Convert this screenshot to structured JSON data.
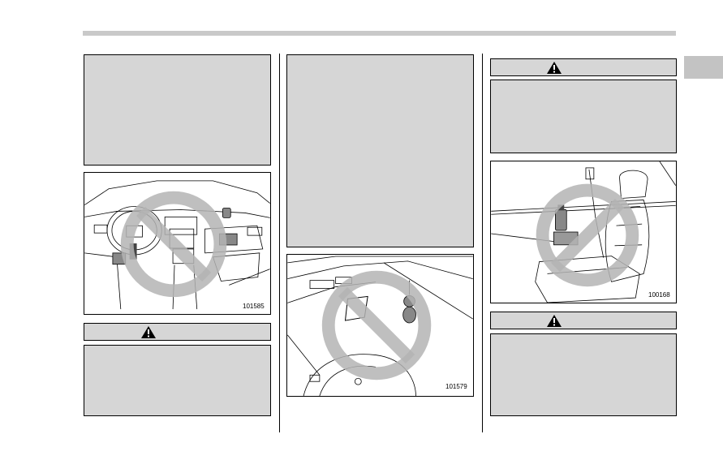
{
  "figures": [
    {
      "id": "101585"
    },
    {
      "id": "101579"
    },
    {
      "id": "100168"
    }
  ],
  "icons": {
    "warning": "warning-triangle-icon",
    "prohibition": "prohibition-icon"
  },
  "colors": {
    "note_box": "#d6d6d6",
    "header_bar": "#c9c9c9",
    "prohibition": "#b4b4b4"
  }
}
